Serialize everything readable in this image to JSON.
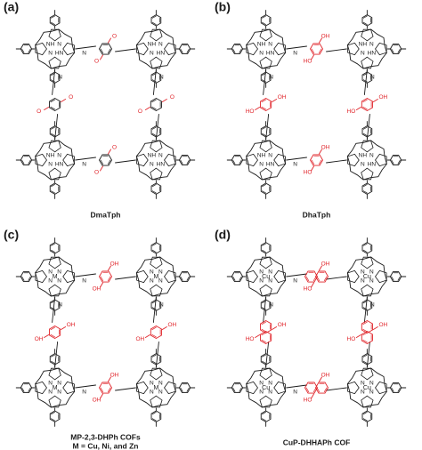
{
  "colors": {
    "skeleton": "#1a1a1a",
    "linker": "#e0242a"
  },
  "panels": [
    {
      "label": "(a)",
      "caption": "DmaTph",
      "caption2": "",
      "core_atoms": [
        "NH",
        "N",
        "N",
        "HN"
      ],
      "metal": "",
      "linker": "dimethoxy",
      "substituents": [
        "O",
        "O"
      ]
    },
    {
      "label": "(b)",
      "caption": "DhaTph",
      "caption2": "",
      "core_atoms": [
        "NH",
        "N",
        "N",
        "HN"
      ],
      "metal": "",
      "linker": "dihydroxy-para",
      "substituents": [
        "OH",
        "HO"
      ]
    },
    {
      "label": "(c)",
      "caption": "MP-2,3-DHPh COFs",
      "caption2": "M = Cu, Ni, and Zn",
      "core_atoms": [
        "N",
        "N",
        "N",
        "N"
      ],
      "metal": "M",
      "linker": "dihydroxy-ortho",
      "substituents": [
        "OH",
        "OH"
      ]
    },
    {
      "label": "(d)",
      "caption": "CuP-DHHAPh COF",
      "caption2": "",
      "core_atoms": [
        "N",
        "N",
        "N",
        "N"
      ],
      "metal": "Cu",
      "linker": "naphthalene-diol",
      "substituents": [
        "OH",
        "HO"
      ]
    }
  ],
  "bond_labels": {
    "imine_n": "N"
  }
}
